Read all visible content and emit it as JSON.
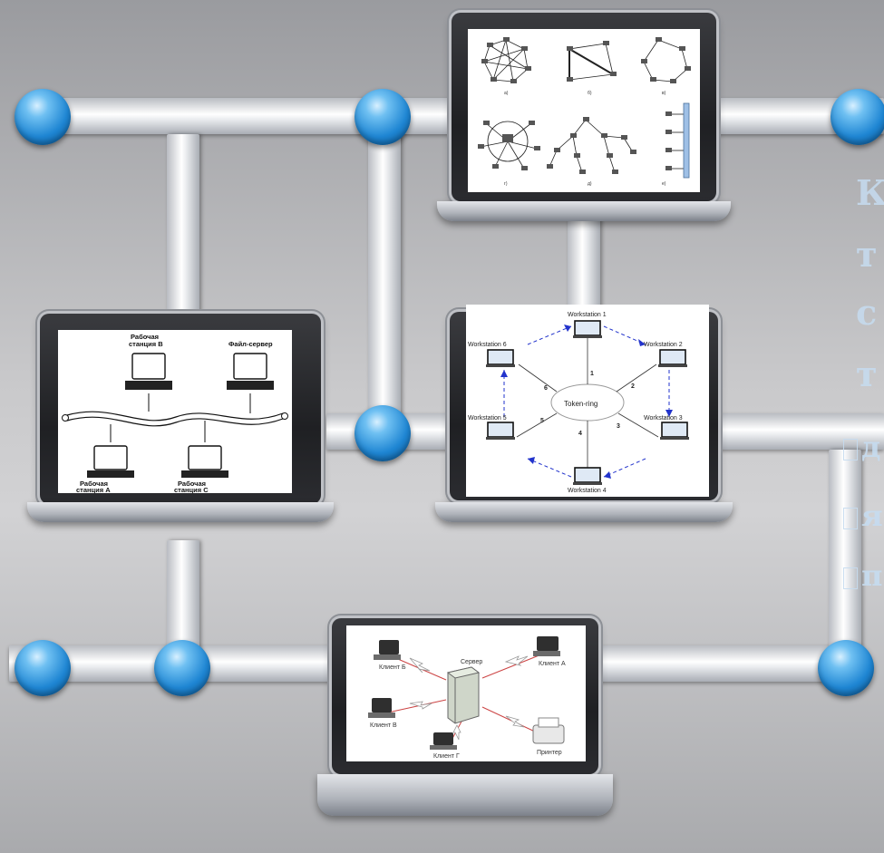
{
  "side_text": {
    "lines": [
      "К",
      "т",
      "с",
      "т"
    ],
    "bullets": [
      "д",
      "я",
      "п"
    ]
  },
  "diagram_ring": {
    "center_label": "Token-ring",
    "workstations": [
      "Workstation 1",
      "Workstation 2",
      "Workstation 3",
      "Workstation 4",
      "Workstation 5",
      "Workstation 6"
    ],
    "segments": [
      "1",
      "2",
      "3",
      "4",
      "5",
      "6"
    ]
  },
  "diagram_bus": {
    "station_b": [
      "Рабочая",
      "станция В"
    ],
    "file_server": "Файл-сервер",
    "station_a": [
      "Рабочая",
      "станция А"
    ],
    "station_c": [
      "Рабочая",
      "станция С"
    ]
  },
  "diagram_star": {
    "server": "Сервер",
    "client_a": "Клиент А",
    "client_b": "Клиент Б",
    "client_v": "Клиент В",
    "client_g": "Клиент Г",
    "printer": "Принтер"
  },
  "diagram_topologies": {
    "captions": [
      "а)",
      "б)",
      "в)",
      "г)",
      "д)",
      "е)"
    ]
  }
}
